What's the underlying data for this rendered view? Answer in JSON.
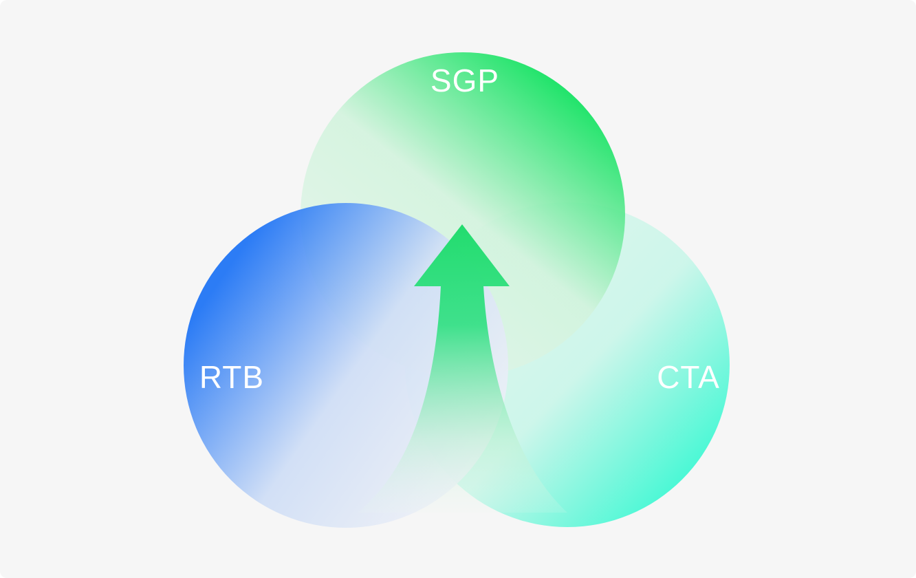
{
  "diagram": {
    "circles": [
      {
        "key": "sgp",
        "label": "SGP",
        "color_strong": "#0be25c",
        "color_faint": "#d6f3e0"
      },
      {
        "key": "rtb",
        "label": "RTB",
        "color_strong": "#1a71f5",
        "color_faint": "#eef0f7"
      },
      {
        "key": "cta",
        "label": "CTA",
        "color_strong": "#3ef8d3",
        "color_faint": "#d3f6ec"
      }
    ],
    "arrow": {
      "color": "#22dc6e",
      "direction": "up"
    },
    "background": "#f6f6f6"
  }
}
